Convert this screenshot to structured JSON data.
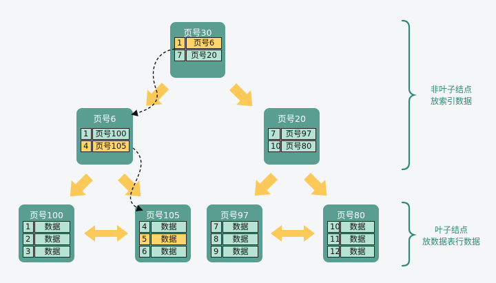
{
  "nodes": {
    "page30": {
      "title": "页号30",
      "rows": [
        {
          "key": "1",
          "value": "页号6",
          "highlight": true
        },
        {
          "key": "7",
          "value": "页号20",
          "highlight": false
        }
      ]
    },
    "page6": {
      "title": "页号6",
      "rows": [
        {
          "key": "1",
          "value": "页号100",
          "highlight": false
        },
        {
          "key": "4",
          "value": "页号105",
          "highlight": true
        }
      ]
    },
    "page20": {
      "title": "页号20",
      "rows": [
        {
          "key": "7",
          "value": "页号97",
          "highlight": false
        },
        {
          "key": "10",
          "value": "页号80",
          "highlight": false
        }
      ]
    },
    "page100": {
      "title": "页号100",
      "rows": [
        {
          "key": "1",
          "value": "数据",
          "highlight": false
        },
        {
          "key": "2",
          "value": "数据",
          "highlight": false
        },
        {
          "key": "3",
          "value": "数据",
          "highlight": false
        }
      ]
    },
    "page105": {
      "title": "页号105",
      "rows": [
        {
          "key": "4",
          "value": "数据",
          "highlight": false
        },
        {
          "key": "5",
          "value": "数据",
          "highlight": true
        },
        {
          "key": "6",
          "value": "数据",
          "highlight": false
        }
      ]
    },
    "page97": {
      "title": "页号97",
      "rows": [
        {
          "key": "7",
          "value": "数据",
          "highlight": false
        },
        {
          "key": "8",
          "value": "数据",
          "highlight": false
        },
        {
          "key": "9",
          "value": "数据",
          "highlight": false
        }
      ]
    },
    "page80": {
      "title": "页号80",
      "rows": [
        {
          "key": "10",
          "value": "数据",
          "highlight": false
        },
        {
          "key": "11",
          "value": "数据",
          "highlight": false
        },
        {
          "key": "12",
          "value": "数据",
          "highlight": false
        }
      ]
    }
  },
  "labels": {
    "non_leaf": {
      "line1": "非叶子结点",
      "line2": "放索引数据"
    },
    "leaf": {
      "line1": "叶子结点",
      "line2": "放数据表行数据"
    }
  },
  "colors": {
    "node": "#5a9e91",
    "cell": "#b6e3d3",
    "highlight": "#ffd46b",
    "arrow": "#fbc95a",
    "brace": "#2f8a7a",
    "path": "#111111"
  }
}
